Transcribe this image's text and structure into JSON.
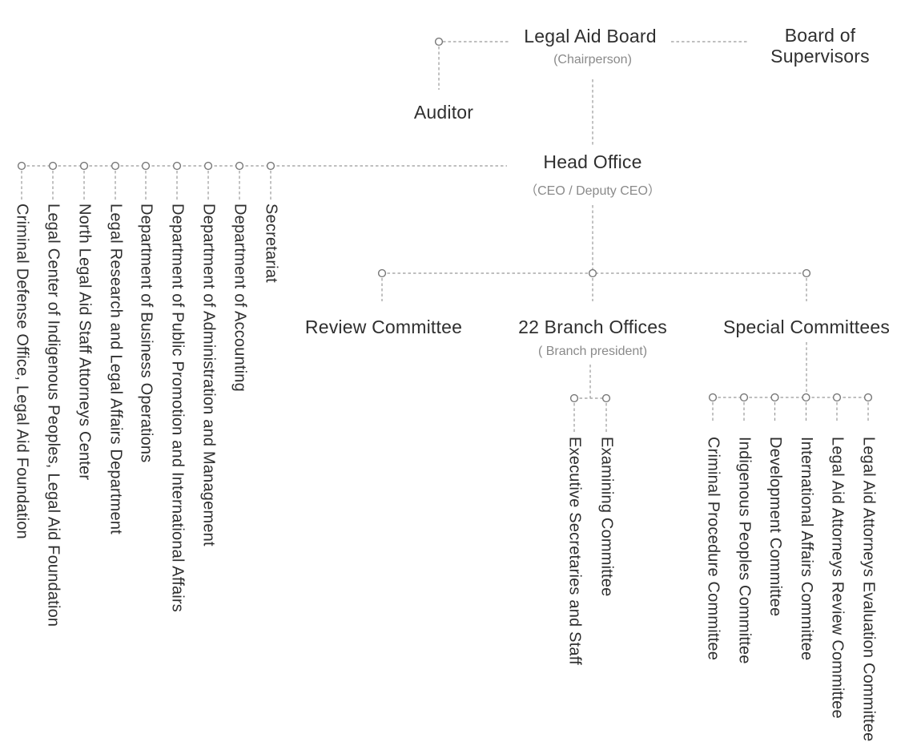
{
  "org_chart": {
    "board": {
      "label": "Legal Aid Board",
      "sublabel": "(Chairperson)"
    },
    "supervisors": {
      "label": "Board of\nSupervisors"
    },
    "auditor": {
      "label": "Auditor"
    },
    "head_office": {
      "label": "Head Office",
      "sublabel": "（CEO / Deputy CEO）"
    },
    "departments": [
      "Criminal Defense Office, Legal Aid Foundation",
      "Legal Center of Indigenous Peoples, Legal Aid Foundation",
      "North Legal Aid Staff Attorneys Center",
      "Legal Research and Legal Affairs Department",
      "Department of Business Operations",
      "Department of Public Promotion and International Affairs",
      "Department of Administration and Management",
      "Department of Accounting",
      "Secretariat"
    ],
    "review_committee": {
      "label": "Review Committee"
    },
    "branch_offices": {
      "label": "22 Branch Offices",
      "sublabel": "( Branch president)",
      "children": [
        "Executive Secretaries and Staff",
        "Examining Committee"
      ]
    },
    "special_committees": {
      "label": "Special Committees",
      "children": [
        "Criminal Procedure Committee",
        "Indigenous Peoples Committee",
        "Development Committee",
        "International Affairs Committee",
        "Legal Aid Attorneys Review Committee",
        "Legal Aid Attorneys Evaluation Committee"
      ]
    },
    "colors": {
      "text": "#2f2f2f",
      "muted_text": "#8a8a8a",
      "line": "#999999",
      "node_stroke": "#777777",
      "node_fill": "#ffffff"
    }
  }
}
